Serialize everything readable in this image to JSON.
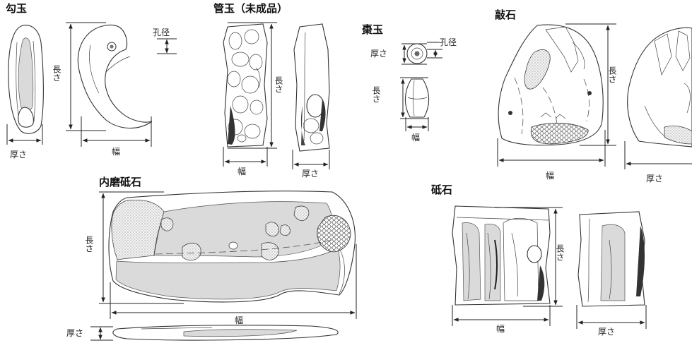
{
  "titles": {
    "magatama": "勾玉",
    "kudatama": "管玉（未成品）",
    "natsumedama": "棗玉",
    "tataki": "敲石",
    "uchitogi": "内磨砥石",
    "toishi": "砥石"
  },
  "labels": {
    "length": "長さ",
    "width": "幅",
    "thickness": "厚さ",
    "hole_diameter": "孔径"
  }
}
